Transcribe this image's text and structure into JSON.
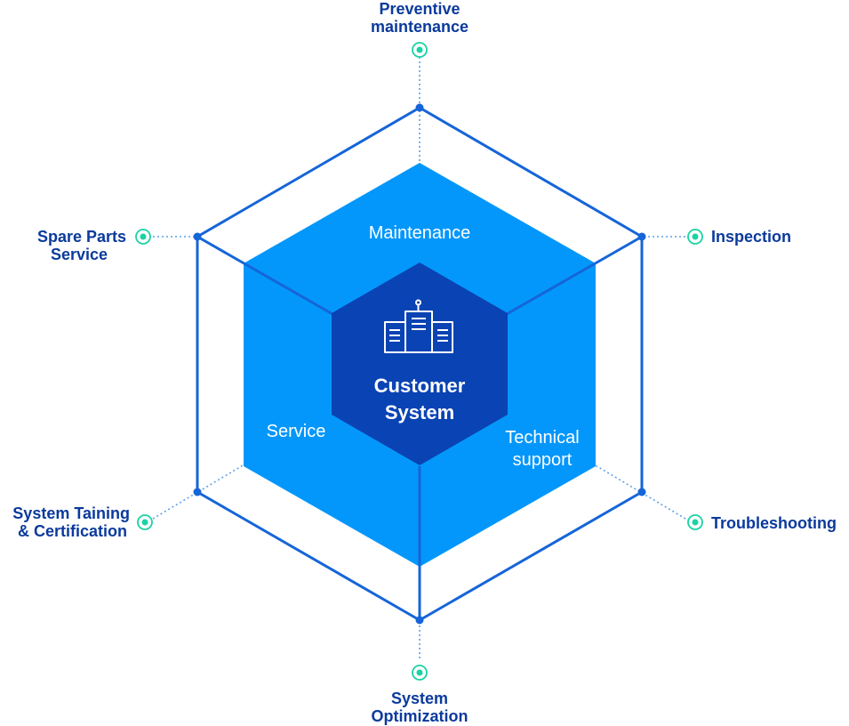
{
  "colors": {
    "outer_line": "#1565d8",
    "inner_fill": "#0497fb",
    "core_fill": "#0a43b3",
    "label_text": "#0a3a9c",
    "dot_outline": "#1ad2a4",
    "connector_line": "#5fa0e8"
  },
  "center": {
    "icon": "server-building-icon",
    "line1": "Customer",
    "line2": "System"
  },
  "segments": {
    "top": "Maintenance",
    "left": "Service",
    "right_line1": "Technical",
    "right_line2": "support"
  },
  "outer_items": [
    {
      "id": "preventive-maintenance",
      "line1": "Preventive",
      "line2": "maintenance"
    },
    {
      "id": "inspection",
      "line1": "Inspection",
      "line2": ""
    },
    {
      "id": "troubleshooting",
      "line1": "Troubleshooting",
      "line2": ""
    },
    {
      "id": "system-optimization",
      "line1": "System",
      "line2": "Optimization"
    },
    {
      "id": "system-training",
      "line1": "System Taining",
      "line2": "& Certification"
    },
    {
      "id": "spare-parts",
      "line1": "Spare Parts",
      "line2": "Service"
    }
  ]
}
